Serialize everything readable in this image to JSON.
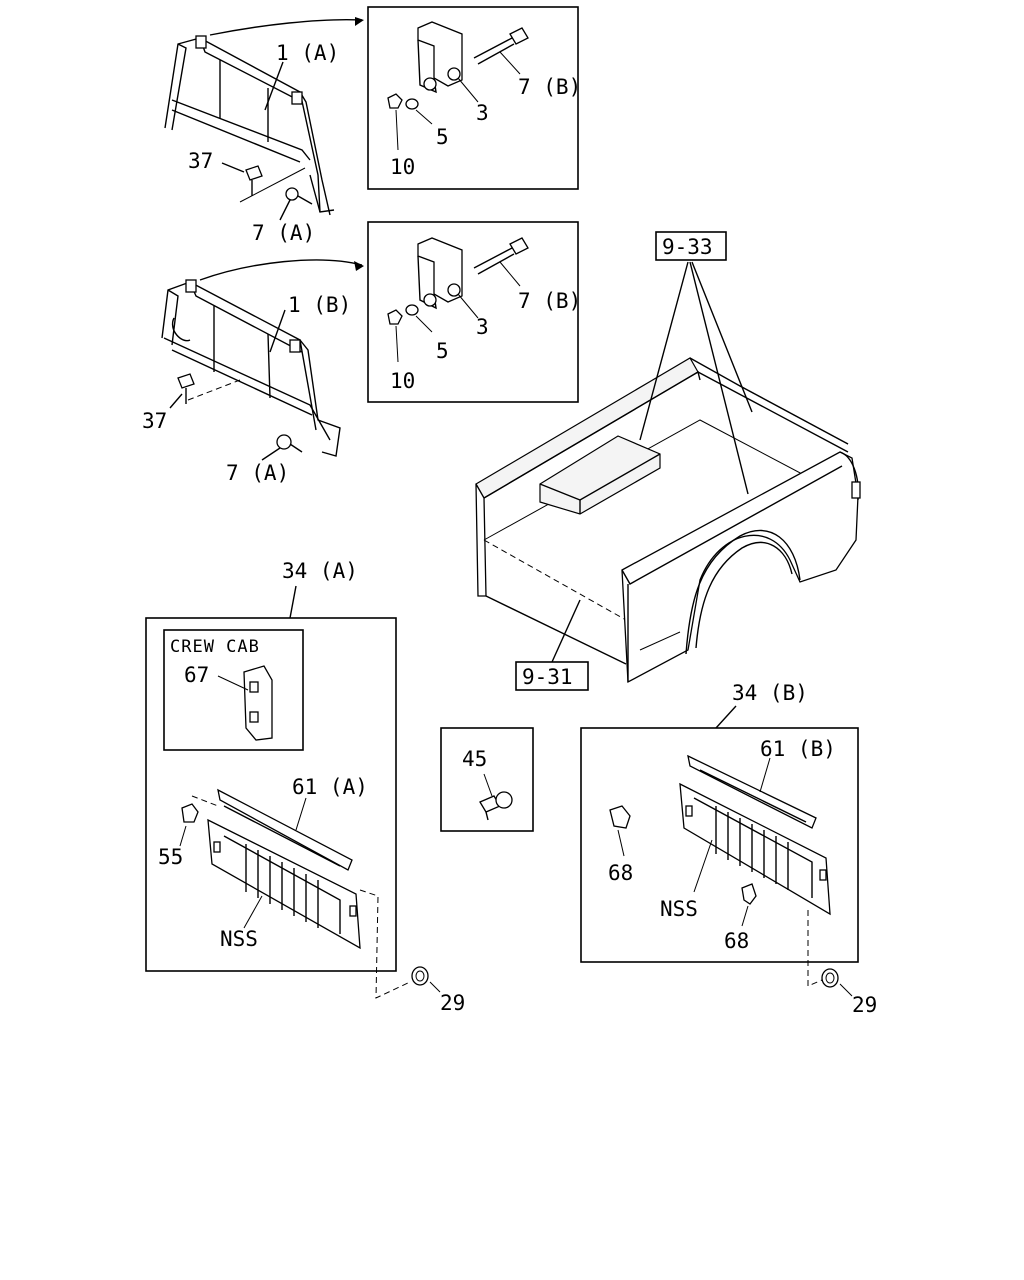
{
  "labels": {
    "l_1a": "1 (A)",
    "l_7b_top": "7 (B)",
    "l_3_top": "3",
    "l_5_top": "5",
    "l_10_top": "10",
    "l_37_top": "37",
    "l_7a_top": "7 (A)",
    "l_1b": "1 (B)",
    "l_7b_mid": "7 (B)",
    "l_3_mid": "3",
    "l_5_mid": "5",
    "l_10_mid": "10",
    "l_37_mid": "37",
    "l_7a_mid": "7 (A)",
    "l_9_33": "9-33",
    "l_9_31": "9-31",
    "l_34a": "34 (A)",
    "l_crew_cab": "CREW CAB",
    "l_67": "67",
    "l_61a": "61 (A)",
    "l_55": "55",
    "l_nss_left": "NSS",
    "l_29_left": "29",
    "l_45": "45",
    "l_34b": "34 (B)",
    "l_61b": "61 (B)",
    "l_68_upper": "68",
    "l_nss_right": "NSS",
    "l_68_lower": "68",
    "l_29_right": "29"
  }
}
